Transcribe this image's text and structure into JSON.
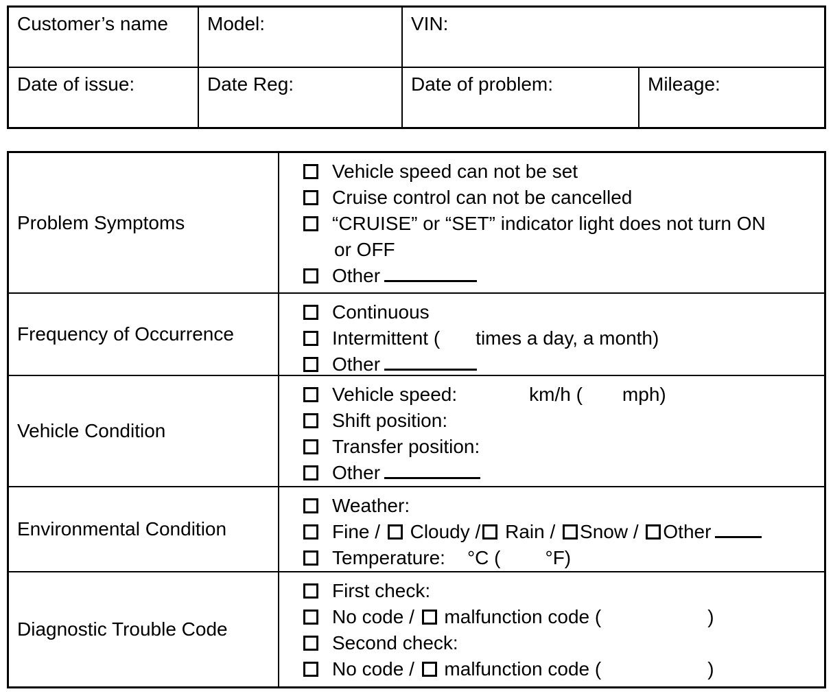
{
  "header_table": {
    "rows": [
      {
        "cells": [
          {
            "label": "Customer’s name"
          },
          {
            "label": "Model:"
          },
          {
            "label": "VIN:"
          }
        ]
      },
      {
        "cells": [
          {
            "label": "Date of issue:"
          },
          {
            "label": "Date Reg:"
          },
          {
            "label": "Date of problem:"
          },
          {
            "label": "Mileage:"
          }
        ]
      }
    ]
  },
  "checklist_table": {
    "rows": [
      {
        "category": "Problem Symptoms",
        "lines": [
          [
            {
              "t": "cb"
            },
            {
              "t": "txt",
              "v": "Vehicle speed can not be set"
            }
          ],
          [
            {
              "t": "cb"
            },
            {
              "t": "txt",
              "v": "Cruise control can not be cancelled"
            }
          ],
          [
            {
              "t": "cb"
            },
            {
              "t": "txt",
              "v": "“CRUISE” or “SET” indicator light does not turn ON"
            }
          ],
          [
            {
              "t": "indent"
            },
            {
              "t": "txt",
              "v": "or OFF"
            }
          ],
          [
            {
              "t": "cb"
            },
            {
              "t": "txt",
              "v": "Other"
            },
            {
              "t": "blank",
              "w": 135
            }
          ]
        ]
      },
      {
        "category": "Frequency of Occurrence",
        "lines": [
          [
            {
              "t": "cb"
            },
            {
              "t": "txt",
              "v": "Continuous"
            }
          ],
          [
            {
              "t": "cb"
            },
            {
              "t": "txt",
              "v": "Intermittent ("
            },
            {
              "t": "gap",
              "w": 52
            },
            {
              "t": "txt",
              "v": "times a day, a month)"
            }
          ],
          [
            {
              "t": "cb"
            },
            {
              "t": "txt",
              "v": "Other"
            },
            {
              "t": "blank",
              "w": 135
            }
          ]
        ]
      },
      {
        "category": "Vehicle Condition",
        "lines": [
          [
            {
              "t": "cb"
            },
            {
              "t": "txt",
              "v": "Vehicle speed:"
            },
            {
              "t": "gap",
              "w": 105
            },
            {
              "t": "txt",
              "v": "km/h ("
            },
            {
              "t": "gap",
              "w": 58
            },
            {
              "t": "txt",
              "v": "mph)"
            }
          ],
          [
            {
              "t": "cb"
            },
            {
              "t": "txt",
              "v": "Shift position:"
            }
          ],
          [
            {
              "t": "cb"
            },
            {
              "t": "txt",
              "v": "Transfer position:"
            }
          ],
          [
            {
              "t": "cb"
            },
            {
              "t": "txt",
              "v": "Other"
            },
            {
              "t": "blank",
              "w": 140
            }
          ]
        ]
      },
      {
        "category": "Environmental Condition",
        "lines": [
          [
            {
              "t": "cb"
            },
            {
              "t": "txt",
              "v": "Weather:"
            }
          ],
          [
            {
              "t": "cb"
            },
            {
              "t": "txt",
              "v": "Fine / "
            },
            {
              "t": "cb2"
            },
            {
              "t": "txt",
              "v": " Cloudy /"
            },
            {
              "t": "cb2"
            },
            {
              "t": "txt",
              "v": " Rain / "
            },
            {
              "t": "cb2"
            },
            {
              "t": "txt",
              "v": "Snow / "
            },
            {
              "t": "cb2"
            },
            {
              "t": "txt",
              "v": "Other"
            },
            {
              "t": "blank",
              "w": 68
            }
          ],
          [
            {
              "t": "cb"
            },
            {
              "t": "txt",
              "v": "Temperature:"
            },
            {
              "t": "gap",
              "w": 32
            },
            {
              "t": "txt",
              "v": "°C ("
            },
            {
              "t": "gap",
              "w": 65
            },
            {
              "t": "txt",
              "v": "°F)"
            }
          ]
        ]
      },
      {
        "category": "Diagnostic Trouble Code",
        "lines": [
          [
            {
              "t": "cb"
            },
            {
              "t": "txt",
              "v": "First check:"
            }
          ],
          [
            {
              "t": "cb"
            },
            {
              "t": "txt",
              "v": "No code / "
            },
            {
              "t": "cb2"
            },
            {
              "t": "txt",
              "v": " malfunction code ("
            },
            {
              "t": "gap",
              "w": 155
            },
            {
              "t": "txt",
              "v": ")"
            }
          ],
          [
            {
              "t": "cb"
            },
            {
              "t": "txt",
              "v": "Second check:"
            }
          ],
          [
            {
              "t": "cb"
            },
            {
              "t": "txt",
              "v": "No code / "
            },
            {
              "t": "cb2"
            },
            {
              "t": "txt",
              "v": " malfunction code ("
            },
            {
              "t": "gap",
              "w": 155
            },
            {
              "t": "txt",
              "v": ")"
            }
          ]
        ]
      }
    ]
  }
}
